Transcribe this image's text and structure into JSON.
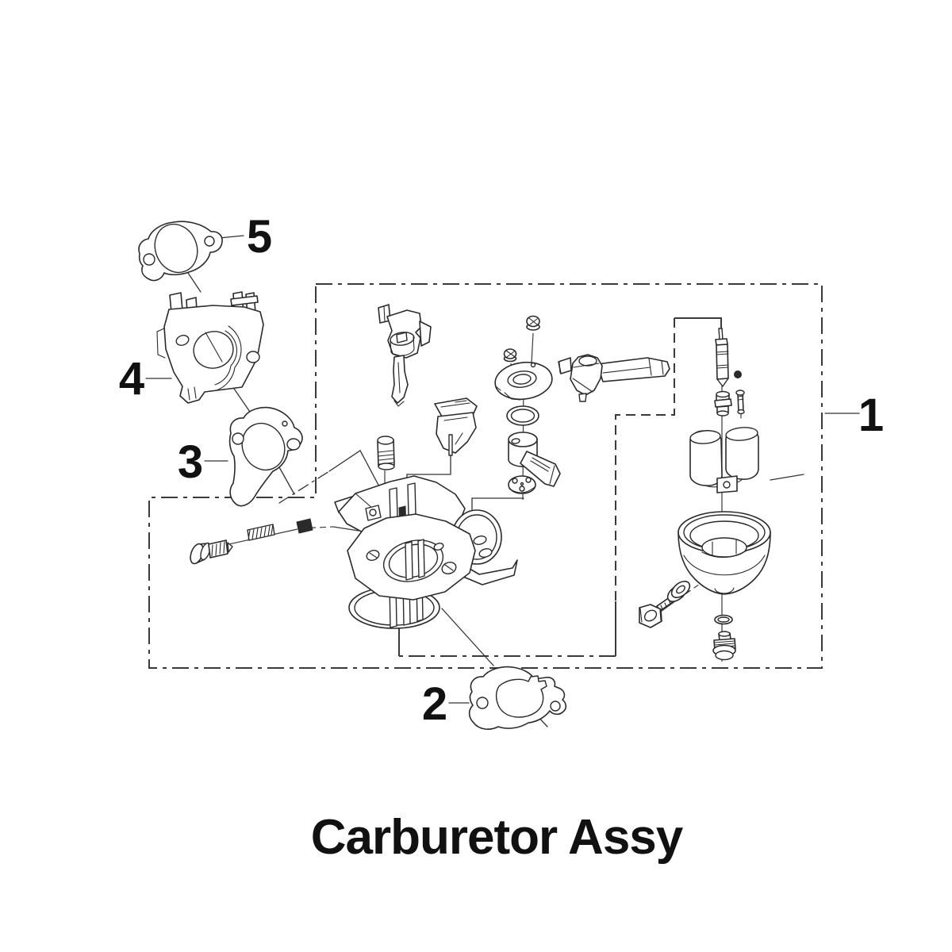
{
  "diagram": {
    "title": "Carburetor Assy",
    "callouts": [
      {
        "id": 1,
        "label": "1"
      },
      {
        "id": 2,
        "label": "2"
      },
      {
        "id": 3,
        "label": "3"
      },
      {
        "id": 4,
        "label": "4"
      },
      {
        "id": 5,
        "label": "5"
      }
    ]
  },
  "colors": {
    "line": "#2a2a2a",
    "background": "#ffffff",
    "label": "#111111"
  }
}
